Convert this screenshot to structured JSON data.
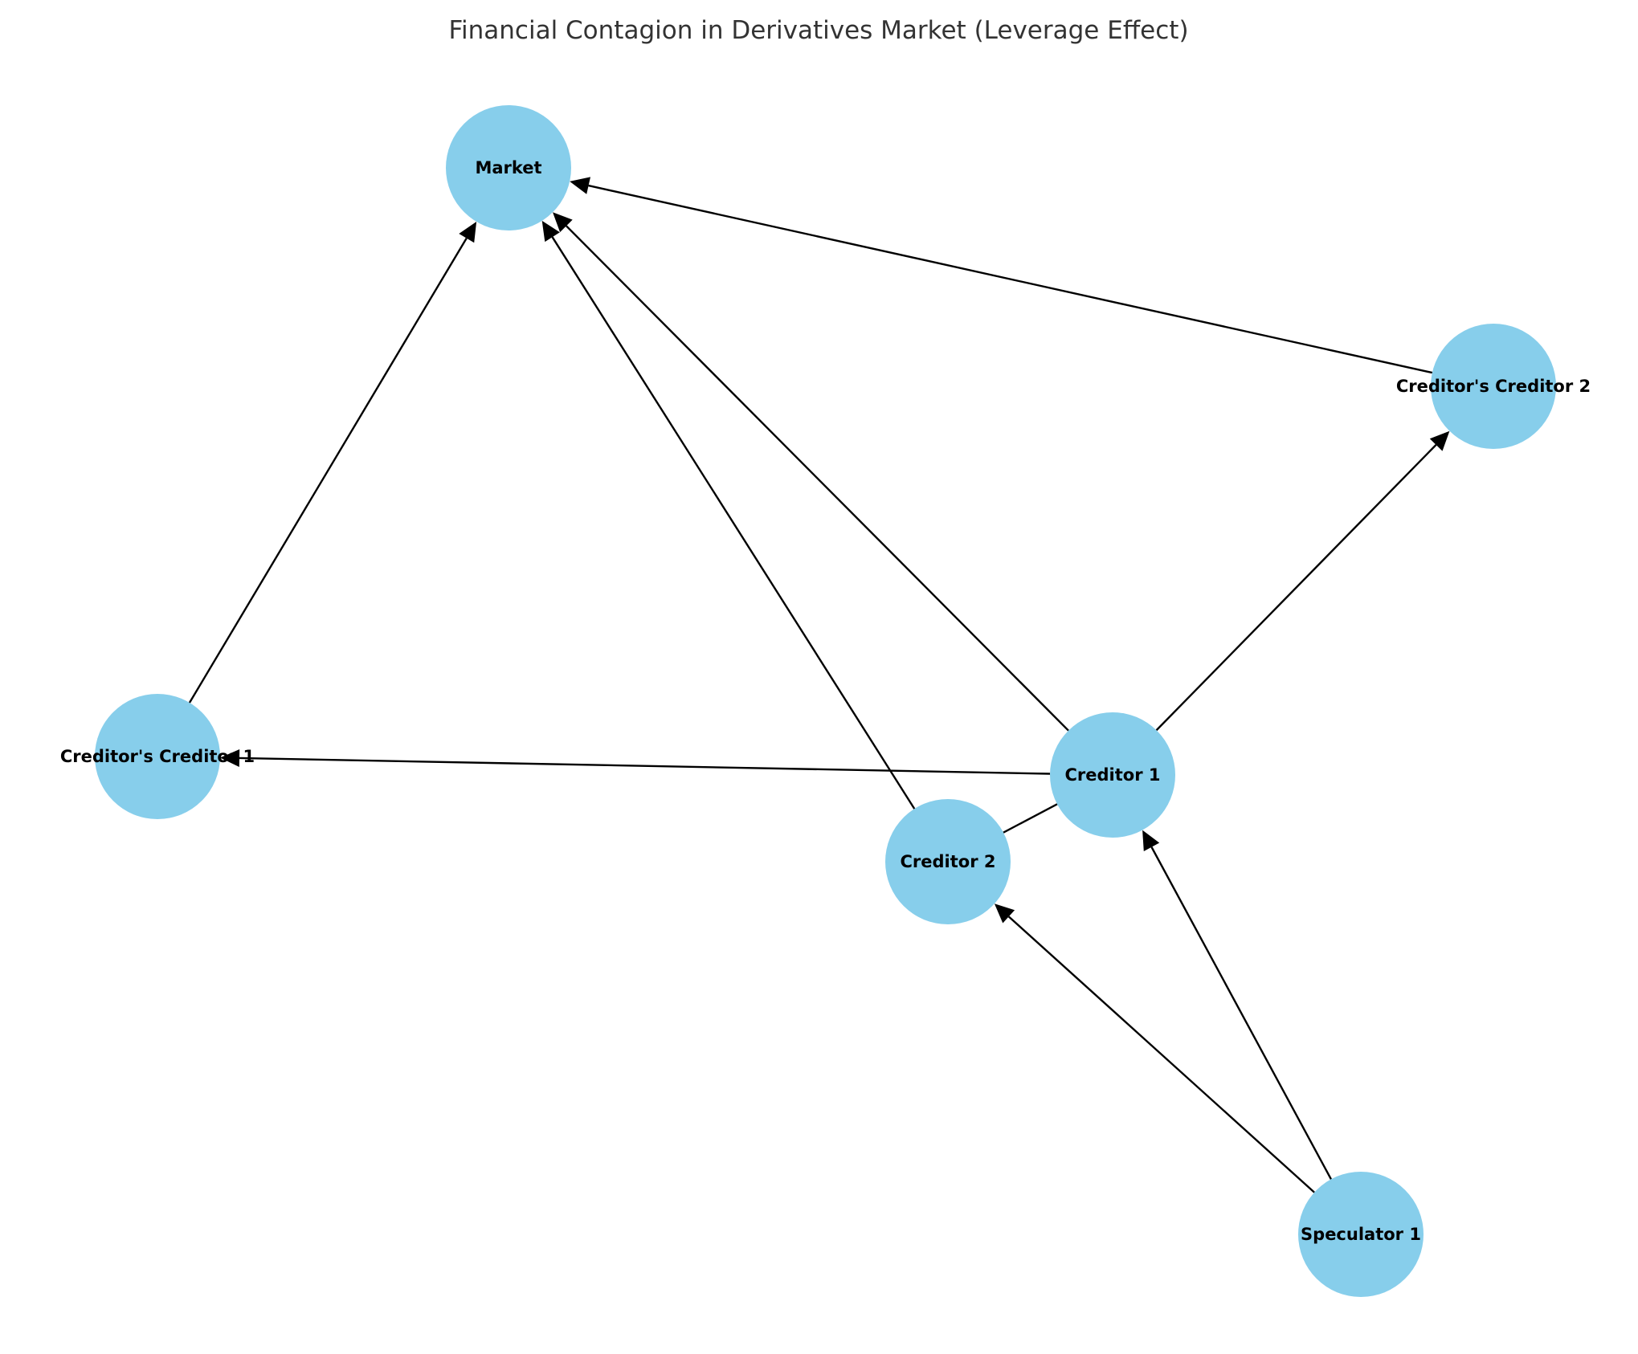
{
  "title": "Financial Contagion in Derivatives Market (Leverage Effect)",
  "colors": {
    "node_fill": "#87CEEB",
    "edge": "#000000",
    "title": "#333333",
    "label": "#000000"
  },
  "nodes": [
    {
      "id": "market",
      "label": "Market"
    },
    {
      "id": "cc2",
      "label": "Creditor's Creditor 2"
    },
    {
      "id": "cc1",
      "label": "Creditor's Creditor 1"
    },
    {
      "id": "creditor1",
      "label": "Creditor 1"
    },
    {
      "id": "creditor2",
      "label": "Creditor 2"
    },
    {
      "id": "speculator1",
      "label": "Speculator 1"
    }
  ],
  "edges": [
    {
      "from": "speculator1",
      "to": "creditor1",
      "arrow": true
    },
    {
      "from": "speculator1",
      "to": "creditor2",
      "arrow": true
    },
    {
      "from": "creditor1",
      "to": "market",
      "arrow": true
    },
    {
      "from": "creditor1",
      "to": "cc1",
      "arrow": true
    },
    {
      "from": "creditor1",
      "to": "cc2",
      "arrow": true
    },
    {
      "from": "creditor2",
      "to": "market",
      "arrow": true
    },
    {
      "from": "creditor2",
      "to": "creditor1",
      "arrow": false
    },
    {
      "from": "cc1",
      "to": "market",
      "arrow": true
    },
    {
      "from": "cc2",
      "to": "market",
      "arrow": true
    }
  ]
}
